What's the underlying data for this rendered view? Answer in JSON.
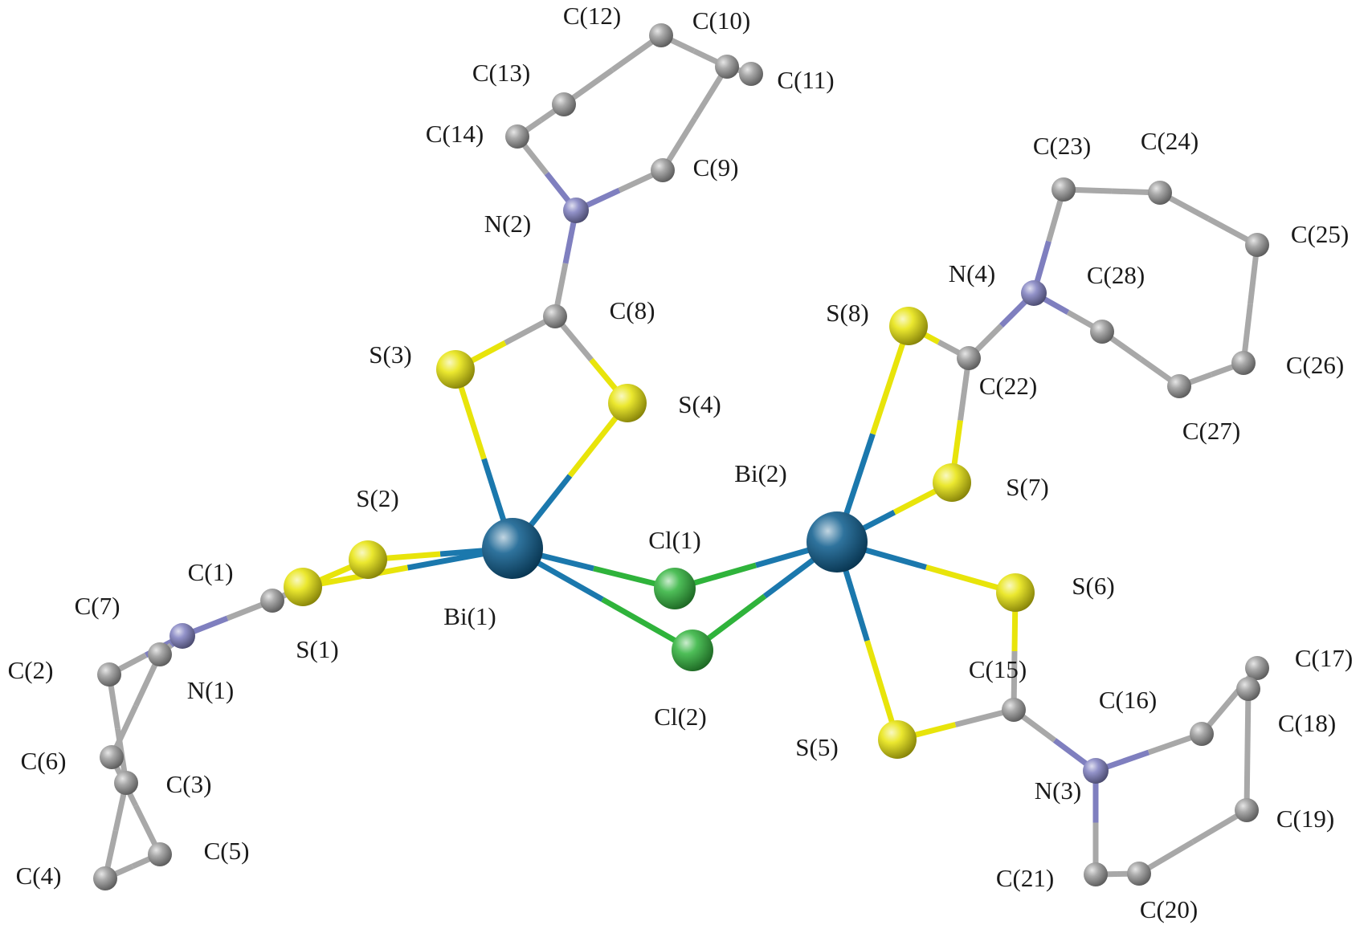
{
  "atom_colors": {
    "Bi": "#0a5a8c",
    "Cl": "#2fb33b",
    "S": "#e8e40a",
    "N": "#7f7fbf",
    "C": "#9a9a9a"
  },
  "atoms": [
    {
      "id": "Bi1",
      "el": "Bi",
      "label": "Bi(1)"
    },
    {
      "id": "Bi2",
      "el": "Bi",
      "label": "Bi(2)"
    },
    {
      "id": "Cl1",
      "el": "Cl",
      "label": "Cl(1)"
    },
    {
      "id": "Cl2",
      "el": "Cl",
      "label": "Cl(2)"
    },
    {
      "id": "S1",
      "el": "S",
      "label": "S(1)"
    },
    {
      "id": "S2",
      "el": "S",
      "label": "S(2)"
    },
    {
      "id": "S3",
      "el": "S",
      "label": "S(3)"
    },
    {
      "id": "S4",
      "el": "S",
      "label": "S(4)"
    },
    {
      "id": "S5",
      "el": "S",
      "label": "S(5)"
    },
    {
      "id": "S6",
      "el": "S",
      "label": "S(6)"
    },
    {
      "id": "S7",
      "el": "S",
      "label": "S(7)"
    },
    {
      "id": "S8",
      "el": "S",
      "label": "S(8)"
    },
    {
      "id": "N1",
      "el": "N",
      "label": "N(1)"
    },
    {
      "id": "N2",
      "el": "N",
      "label": "N(2)"
    },
    {
      "id": "N3",
      "el": "N",
      "label": "N(3)"
    },
    {
      "id": "N4",
      "el": "N",
      "label": "N(4)"
    },
    {
      "id": "C1",
      "el": "C",
      "label": "C(1)"
    },
    {
      "id": "C2",
      "el": "C",
      "label": "C(2)"
    },
    {
      "id": "C3",
      "el": "C",
      "label": "C(3)"
    },
    {
      "id": "C4",
      "el": "C",
      "label": "C(4)"
    },
    {
      "id": "C5",
      "el": "C",
      "label": "C(5)"
    },
    {
      "id": "C6",
      "el": "C",
      "label": "C(6)"
    },
    {
      "id": "C7",
      "el": "C",
      "label": "C(7)"
    },
    {
      "id": "C8",
      "el": "C",
      "label": "C(8)"
    },
    {
      "id": "C9",
      "el": "C",
      "label": "C(9)"
    },
    {
      "id": "C10",
      "el": "C",
      "label": "C(10)"
    },
    {
      "id": "C11",
      "el": "C",
      "label": "C(11)"
    },
    {
      "id": "C12",
      "el": "C",
      "label": "C(12)"
    },
    {
      "id": "C13",
      "el": "C",
      "label": "C(13)"
    },
    {
      "id": "C14",
      "el": "C",
      "label": "C(14)"
    },
    {
      "id": "C15",
      "el": "C",
      "label": "C(15)"
    },
    {
      "id": "C16",
      "el": "C",
      "label": "C(16)"
    },
    {
      "id": "C17",
      "el": "C",
      "label": "C(17)"
    },
    {
      "id": "C18",
      "el": "C",
      "label": "C(18)"
    },
    {
      "id": "C19",
      "el": "C",
      "label": "C(19)"
    },
    {
      "id": "C20",
      "el": "C",
      "label": "C(20)"
    },
    {
      "id": "C21",
      "el": "C",
      "label": "C(21)"
    },
    {
      "id": "C22",
      "el": "C",
      "label": "C(22)"
    },
    {
      "id": "C23",
      "el": "C",
      "label": "C(23)"
    },
    {
      "id": "C24",
      "el": "C",
      "label": "C(24)"
    },
    {
      "id": "C25",
      "el": "C",
      "label": "C(25)"
    },
    {
      "id": "C26",
      "el": "C",
      "label": "C(26)"
    },
    {
      "id": "C27",
      "el": "C",
      "label": "C(27)"
    },
    {
      "id": "C28",
      "el": "C",
      "label": "C(28)"
    }
  ],
  "bonds": [
    [
      "Bi1",
      "S1"
    ],
    [
      "Bi1",
      "S2"
    ],
    [
      "Bi1",
      "S3"
    ],
    [
      "Bi1",
      "S4"
    ],
    [
      "Bi1",
      "Cl1"
    ],
    [
      "Bi1",
      "Cl2"
    ],
    [
      "Bi2",
      "Cl1"
    ],
    [
      "Bi2",
      "Cl2"
    ],
    [
      "Bi2",
      "S5"
    ],
    [
      "Bi2",
      "S6"
    ],
    [
      "Bi2",
      "S7"
    ],
    [
      "Bi2",
      "S8"
    ],
    [
      "S1",
      "C1"
    ],
    [
      "S2",
      "C1"
    ],
    [
      "C1",
      "N1"
    ],
    [
      "N1",
      "C2"
    ],
    [
      "N1",
      "C7"
    ],
    [
      "C2",
      "C3"
    ],
    [
      "C3",
      "C4"
    ],
    [
      "C4",
      "C5"
    ],
    [
      "C5",
      "C6"
    ],
    [
      "C6",
      "C7"
    ],
    [
      "S3",
      "C8"
    ],
    [
      "S4",
      "C8"
    ],
    [
      "C8",
      "N2"
    ],
    [
      "N2",
      "C9"
    ],
    [
      "N2",
      "C14"
    ],
    [
      "C9",
      "C10"
    ],
    [
      "C10",
      "C11"
    ],
    [
      "C10",
      "C12"
    ],
    [
      "C12",
      "C13"
    ],
    [
      "C13",
      "C14"
    ],
    [
      "S5",
      "C15"
    ],
    [
      "S6",
      "C15"
    ],
    [
      "C15",
      "N3"
    ],
    [
      "N3",
      "C16"
    ],
    [
      "N3",
      "C21"
    ],
    [
      "C16",
      "C17"
    ],
    [
      "C17",
      "C18"
    ],
    [
      "C18",
      "C19"
    ],
    [
      "C19",
      "C20"
    ],
    [
      "C20",
      "C21"
    ],
    [
      "S7",
      "C22"
    ],
    [
      "S8",
      "C22"
    ],
    [
      "C22",
      "N4"
    ],
    [
      "N4",
      "C23"
    ],
    [
      "N4",
      "C28"
    ],
    [
      "C23",
      "C24"
    ],
    [
      "C24",
      "C25"
    ],
    [
      "C25",
      "C26"
    ],
    [
      "C26",
      "C27"
    ],
    [
      "C27",
      "C28"
    ]
  ]
}
